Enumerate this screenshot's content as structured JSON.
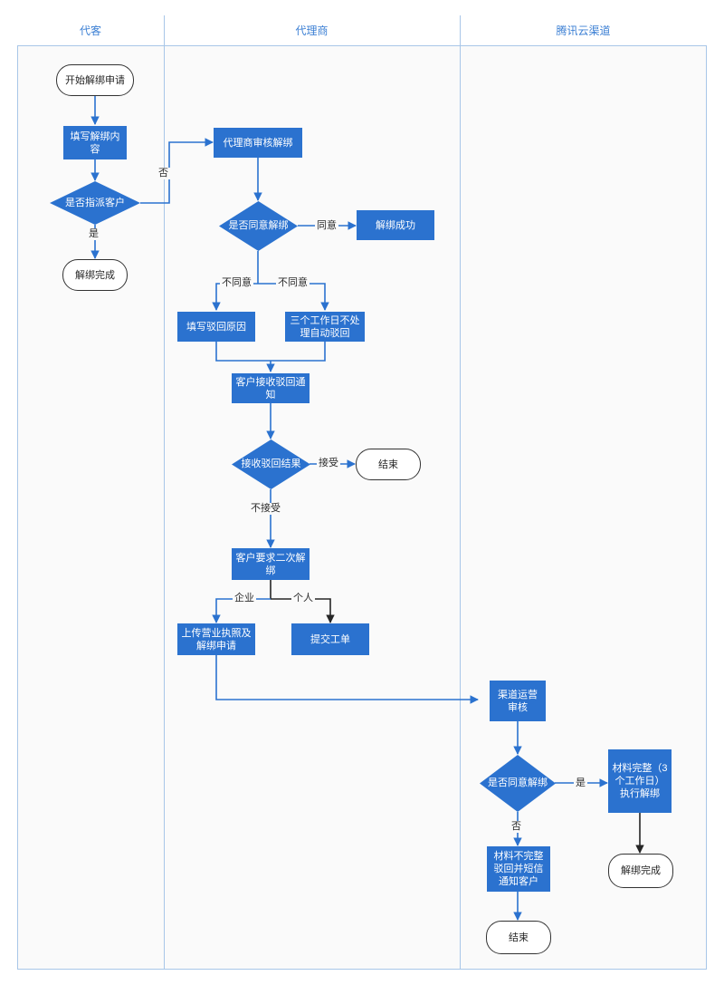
{
  "diagram": {
    "type": "swimlane-flowchart",
    "background_color": "#fafafa",
    "lane_border_color": "#a8c6e8",
    "process_fill": "#2b72cf",
    "process_text_color": "#ffffff",
    "terminator_border": "#333333",
    "edge_color": "#2b72cf",
    "edge_color_alt": "#262626"
  },
  "lanes": [
    {
      "id": "lane-customer",
      "label": "代客"
    },
    {
      "id": "lane-agent",
      "label": "代理商"
    },
    {
      "id": "lane-tencent",
      "label": "腾讯云渠道"
    }
  ],
  "nodes": {
    "start_apply": "开始解绑申请",
    "fill_unbind_content": "填写解绑内容",
    "is_assigned_customer": "是否指派客户",
    "unbind_done_left": "解绑完成",
    "agent_review": "代理商审核解绑",
    "agree_unbind": "是否同意解绑",
    "unbind_success": "解绑成功",
    "fill_reject_reason": "填写驳回原因",
    "auto_reject_3days": "三个工作日不处理自动驳回",
    "customer_receive_notice": "客户接收驳回通知",
    "receive_reject_result": "接收驳回结果",
    "end_middle": "结束",
    "customer_second_unbind": "客户要求二次解绑",
    "upload_license": "上传营业执照及解绑申请",
    "submit_ticket": "提交工单",
    "channel_ops_review": "渠道运营审核",
    "agree_unbind_right": "是否同意解绑",
    "material_complete": "材料完整（3个工作日）执行解绑",
    "material_incomplete": "材料不完整驳回并短信通知客户",
    "unbind_done_right": "解绑完成",
    "end_right": "结束"
  },
  "edge_labels": {
    "no_assign": "否",
    "yes_assign": "是",
    "agree": "同意",
    "disagree_left": "不同意",
    "disagree_right": "不同意",
    "accept": "接受",
    "not_accept": "不接受",
    "enterprise": "企业",
    "personal": "个人",
    "right_yes": "是",
    "right_no": "否"
  }
}
